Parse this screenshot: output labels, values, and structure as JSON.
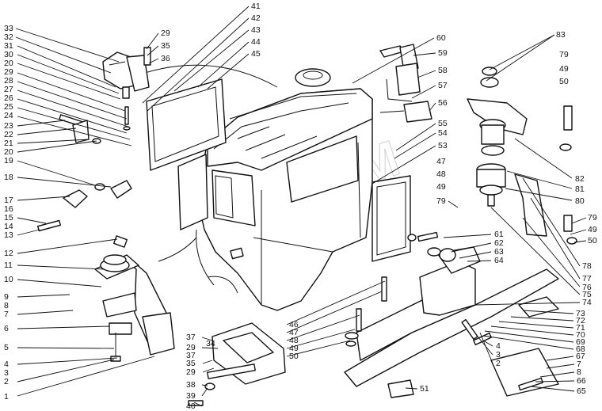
{
  "watermark": "Б.ОЕМ",
  "callouts": {
    "l33": "33",
    "l32": "32",
    "l31": "31",
    "l30": "30",
    "l20a": "20",
    "l29": "29",
    "l28": "28",
    "l27": "27",
    "l26": "26",
    "l25": "25",
    "l24": "24",
    "l23": "23",
    "l22": "22",
    "l21": "21",
    "l20b": "20",
    "l19": "19",
    "l18": "18",
    "l17": "17",
    "l16": "16",
    "l15": "15",
    "l14": "14",
    "l13": "13",
    "l12": "12",
    "l11": "11",
    "l10": "10",
    "l9": "9",
    "l8": "8",
    "l7": "7",
    "l6": "6",
    "l5": "5",
    "l4": "4",
    "l3": "3",
    "l2": "2",
    "l1": "1",
    "l41": "41",
    "l42": "42",
    "l43": "43",
    "l44": "44",
    "l45": "45",
    "t29": "29",
    "t35": "35",
    "t36": "36",
    "l60": "60",
    "l59": "59",
    "l58": "58",
    "l57": "57",
    "l56": "56",
    "l55": "55",
    "l54": "54",
    "l53": "53",
    "l47": "47",
    "l48": "48",
    "l49": "49",
    "l79a": "79",
    "l83": "83",
    "l79b": "79",
    "l49b": "49",
    "l50a": "50",
    "l82": "82",
    "l81": "81",
    "l80": "80",
    "l79c": "79",
    "l49c": "49",
    "l50b": "50",
    "l78": "78",
    "l77": "77",
    "l76": "76",
    "l75": "75",
    "l74": "74",
    "l61": "61",
    "l62": "62",
    "l63": "63",
    "l64": "64",
    "l73": "73",
    "l72": "72",
    "l71": "71",
    "l70": "70",
    "l69": "69",
    "l68": "68",
    "l67": "67",
    "r4": "4",
    "r3": "3",
    "r2": "2",
    "r7": "7",
    "r8": "8",
    "r66": "66",
    "r65": "65",
    "l46": "46",
    "l47b": "47",
    "l48b": "48",
    "l49d": "49",
    "l50c": "50",
    "l37a": "37",
    "l29b": "29",
    "l34": "34",
    "l37b": "37",
    "l35b": "35",
    "l29c": "29",
    "l38": "38",
    "l39": "39",
    "l40": "40",
    "l51": "51"
  }
}
